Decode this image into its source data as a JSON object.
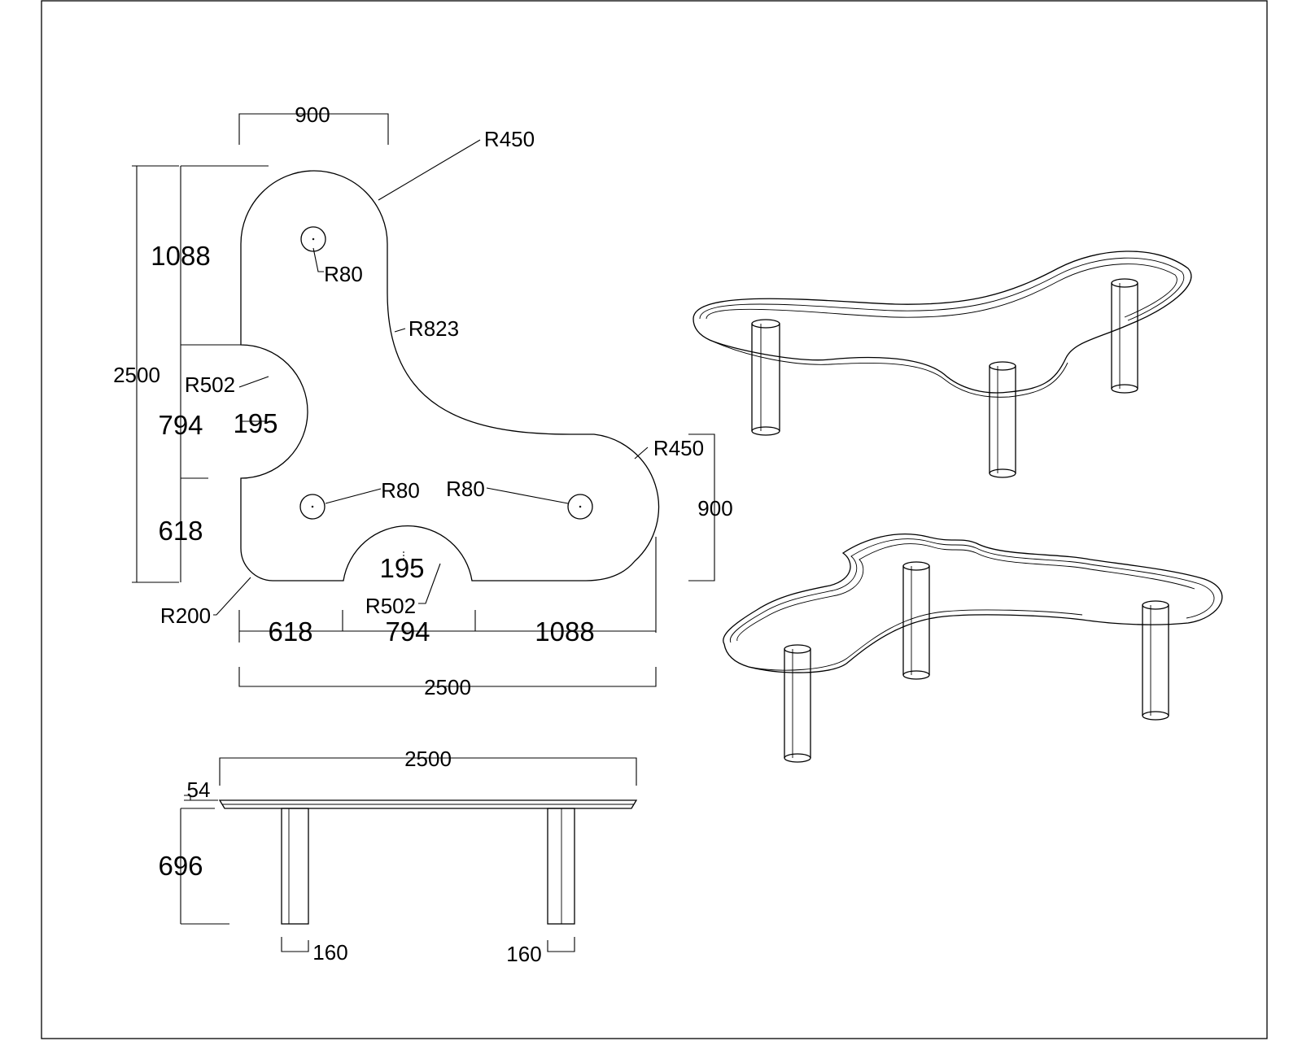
{
  "plan": {
    "top_width": "900",
    "r_top": "R450",
    "r_hole_top": "R80",
    "r_inner_curve": "R823",
    "overall_height": "2500",
    "seg_upper": "1088",
    "seg_middle": "794",
    "seg_lower": "618",
    "r_left_notch": "R502",
    "left_notch_depth": "195",
    "r_right": "R450",
    "right_height": "900",
    "r_hole_left": "R80",
    "r_hole_right": "R80",
    "bottom_notch_depth": "195",
    "r_bottom_notch": "R502",
    "r_corner": "R200",
    "bottom_seg_left": "618",
    "bottom_seg_middle": "794",
    "bottom_seg_right": "1088",
    "overall_width": "2500"
  },
  "elevation": {
    "overall_width": "2500",
    "top_thickness": "54",
    "leg_height": "696",
    "leg_width_left": "160",
    "leg_width_right": "160"
  }
}
